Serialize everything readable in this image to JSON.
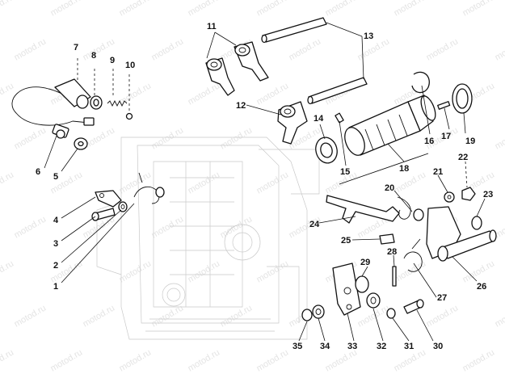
{
  "watermark": "motod.ru",
  "callouts": [
    "1",
    "2",
    "3",
    "4",
    "5",
    "6",
    "7",
    "8",
    "9",
    "10",
    "11",
    "12",
    "13",
    "14",
    "15",
    "16",
    "17",
    "18",
    "19",
    "20",
    "21",
    "22",
    "23",
    "24",
    "25",
    "26",
    "27",
    "28",
    "29",
    "30",
    "31",
    "32",
    "33",
    "34",
    "35"
  ]
}
